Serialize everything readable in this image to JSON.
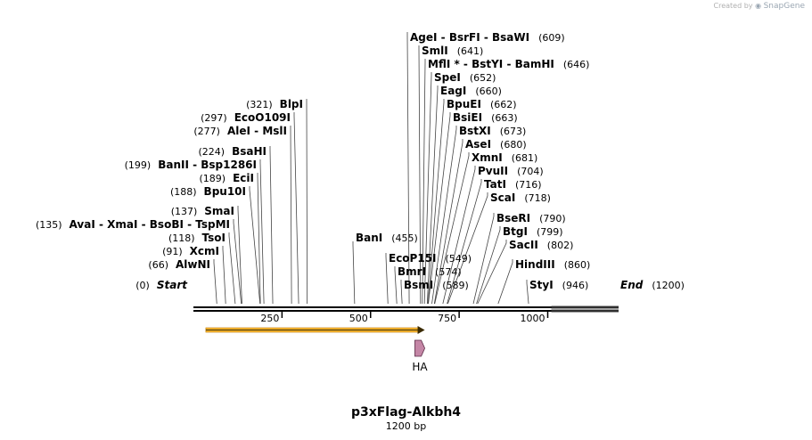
{
  "credit": {
    "prefix": "Created by",
    "brand": "SnapGene"
  },
  "map": {
    "name": "p3xFlag-Alkbh4",
    "length_label": "1200 bp",
    "length_bp": 1200
  },
  "ruler": {
    "ticks": [
      "250",
      "500",
      "750",
      "1000"
    ]
  },
  "features": [
    {
      "name": "orf-arrow",
      "label": "",
      "start": 35,
      "end": 653,
      "color": "#f7b733"
    },
    {
      "name": "HA",
      "label": "HA",
      "start": 625,
      "end": 653,
      "color": "#c486a6"
    }
  ],
  "sites": [
    {
      "name": "AgeI",
      "display": "AgeI  - BsrFI  - BsaWI",
      "pos_label": "(609)",
      "pos": 609,
      "side": "right"
    },
    {
      "name": "SmlI",
      "display": "SmlI",
      "pos_label": "(641)",
      "pos": 641,
      "side": "right"
    },
    {
      "name": "MflI",
      "display": "MflI * - BstYI  - BamHI",
      "pos_label": "(646)",
      "pos": 646,
      "side": "right"
    },
    {
      "name": "SpeI",
      "display": "SpeI",
      "pos_label": "(652)",
      "pos": 652,
      "side": "right"
    },
    {
      "name": "EagI",
      "display": "EagI",
      "pos_label": "(660)",
      "pos": 660,
      "side": "right"
    },
    {
      "name": "BpuEI",
      "display": "BpuEI",
      "pos_label": "(662)",
      "pos": 662,
      "side": "right"
    },
    {
      "name": "BsiEI",
      "display": "BsiEI",
      "pos_label": "(663)",
      "pos": 663,
      "side": "right"
    },
    {
      "name": "BstXI",
      "display": "BstXI",
      "pos_label": "(673)",
      "pos": 673,
      "side": "right"
    },
    {
      "name": "AseI",
      "display": "AseI",
      "pos_label": "(680)",
      "pos": 680,
      "side": "right"
    },
    {
      "name": "XmnI",
      "display": "XmnI",
      "pos_label": "(681)",
      "pos": 681,
      "side": "right"
    },
    {
      "name": "PvuII",
      "display": "PvuII",
      "pos_label": "(704)",
      "pos": 704,
      "side": "right"
    },
    {
      "name": "TatI",
      "display": "TatI",
      "pos_label": "(716)",
      "pos": 716,
      "side": "right"
    },
    {
      "name": "ScaI",
      "display": "ScaI",
      "pos_label": "(718)",
      "pos": 718,
      "side": "right"
    },
    {
      "name": "BseRI",
      "display": "BseRI",
      "pos_label": "(790)",
      "pos": 790,
      "side": "right"
    },
    {
      "name": "BtgI",
      "display": "BtgI",
      "pos_label": "(799)",
      "pos": 799,
      "side": "right"
    },
    {
      "name": "SacII",
      "display": "SacII",
      "pos_label": "(802)",
      "pos": 802,
      "side": "right"
    },
    {
      "name": "HindIII",
      "display": "HindIII",
      "pos_label": "(860)",
      "pos": 860,
      "side": "right"
    },
    {
      "name": "StyI",
      "display": "StyI",
      "pos_label": "(946)",
      "pos": 946,
      "side": "right"
    },
    {
      "name": "End",
      "display": "End",
      "pos_label": "(1200)",
      "pos": 1200,
      "side": "right",
      "italic": true
    },
    {
      "name": "BanI",
      "display": "BanI",
      "pos_label": "(455)",
      "pos": 455,
      "side": "right"
    },
    {
      "name": "EcoP15I",
      "display": "EcoP15I",
      "pos_label": "(549)",
      "pos": 549,
      "side": "right"
    },
    {
      "name": "BmrI",
      "display": "BmrI",
      "pos_label": "(574)",
      "pos": 574,
      "side": "right"
    },
    {
      "name": "BsmI",
      "display": "BsmI",
      "pos_label": "(589)",
      "pos": 589,
      "side": "right"
    },
    {
      "name": "BlpI",
      "display": "BlpI",
      "pos_label": "(321)",
      "pos": 321,
      "side": "left"
    },
    {
      "name": "EcoO109I",
      "display": "EcoO109I",
      "pos_label": "(297)",
      "pos": 297,
      "side": "left"
    },
    {
      "name": "AleI",
      "display": "AleI  - MslI",
      "pos_label": "(277)",
      "pos": 277,
      "side": "left"
    },
    {
      "name": "BsaHI",
      "display": "BsaHI",
      "pos_label": "(224)",
      "pos": 224,
      "side": "left"
    },
    {
      "name": "BanII",
      "display": "BanII  - Bsp1286I",
      "pos_label": "(199)",
      "pos": 199,
      "side": "left"
    },
    {
      "name": "EciI",
      "display": "EciI",
      "pos_label": "(189)",
      "pos": 189,
      "side": "left"
    },
    {
      "name": "Bpu10I",
      "display": "Bpu10I",
      "pos_label": "(188)",
      "pos": 188,
      "side": "left"
    },
    {
      "name": "SmaI",
      "display": "SmaI",
      "pos_label": "(137)",
      "pos": 137,
      "side": "left"
    },
    {
      "name": "AvaI",
      "display": "AvaI  - XmaI  - BsoBI  - TspMI",
      "pos_label": "(135)",
      "pos": 135,
      "side": "left"
    },
    {
      "name": "TsoI",
      "display": "TsoI",
      "pos_label": "(118)",
      "pos": 118,
      "side": "left"
    },
    {
      "name": "XcmI",
      "display": "XcmI",
      "pos_label": "(91)",
      "pos": 91,
      "side": "left"
    },
    {
      "name": "AlwNI",
      "display": "AlwNI",
      "pos_label": "(66)",
      "pos": 66,
      "side": "left"
    },
    {
      "name": "Start",
      "display": "Start",
      "pos_label": "(0)",
      "pos": 0,
      "side": "left",
      "italic": true
    }
  ]
}
